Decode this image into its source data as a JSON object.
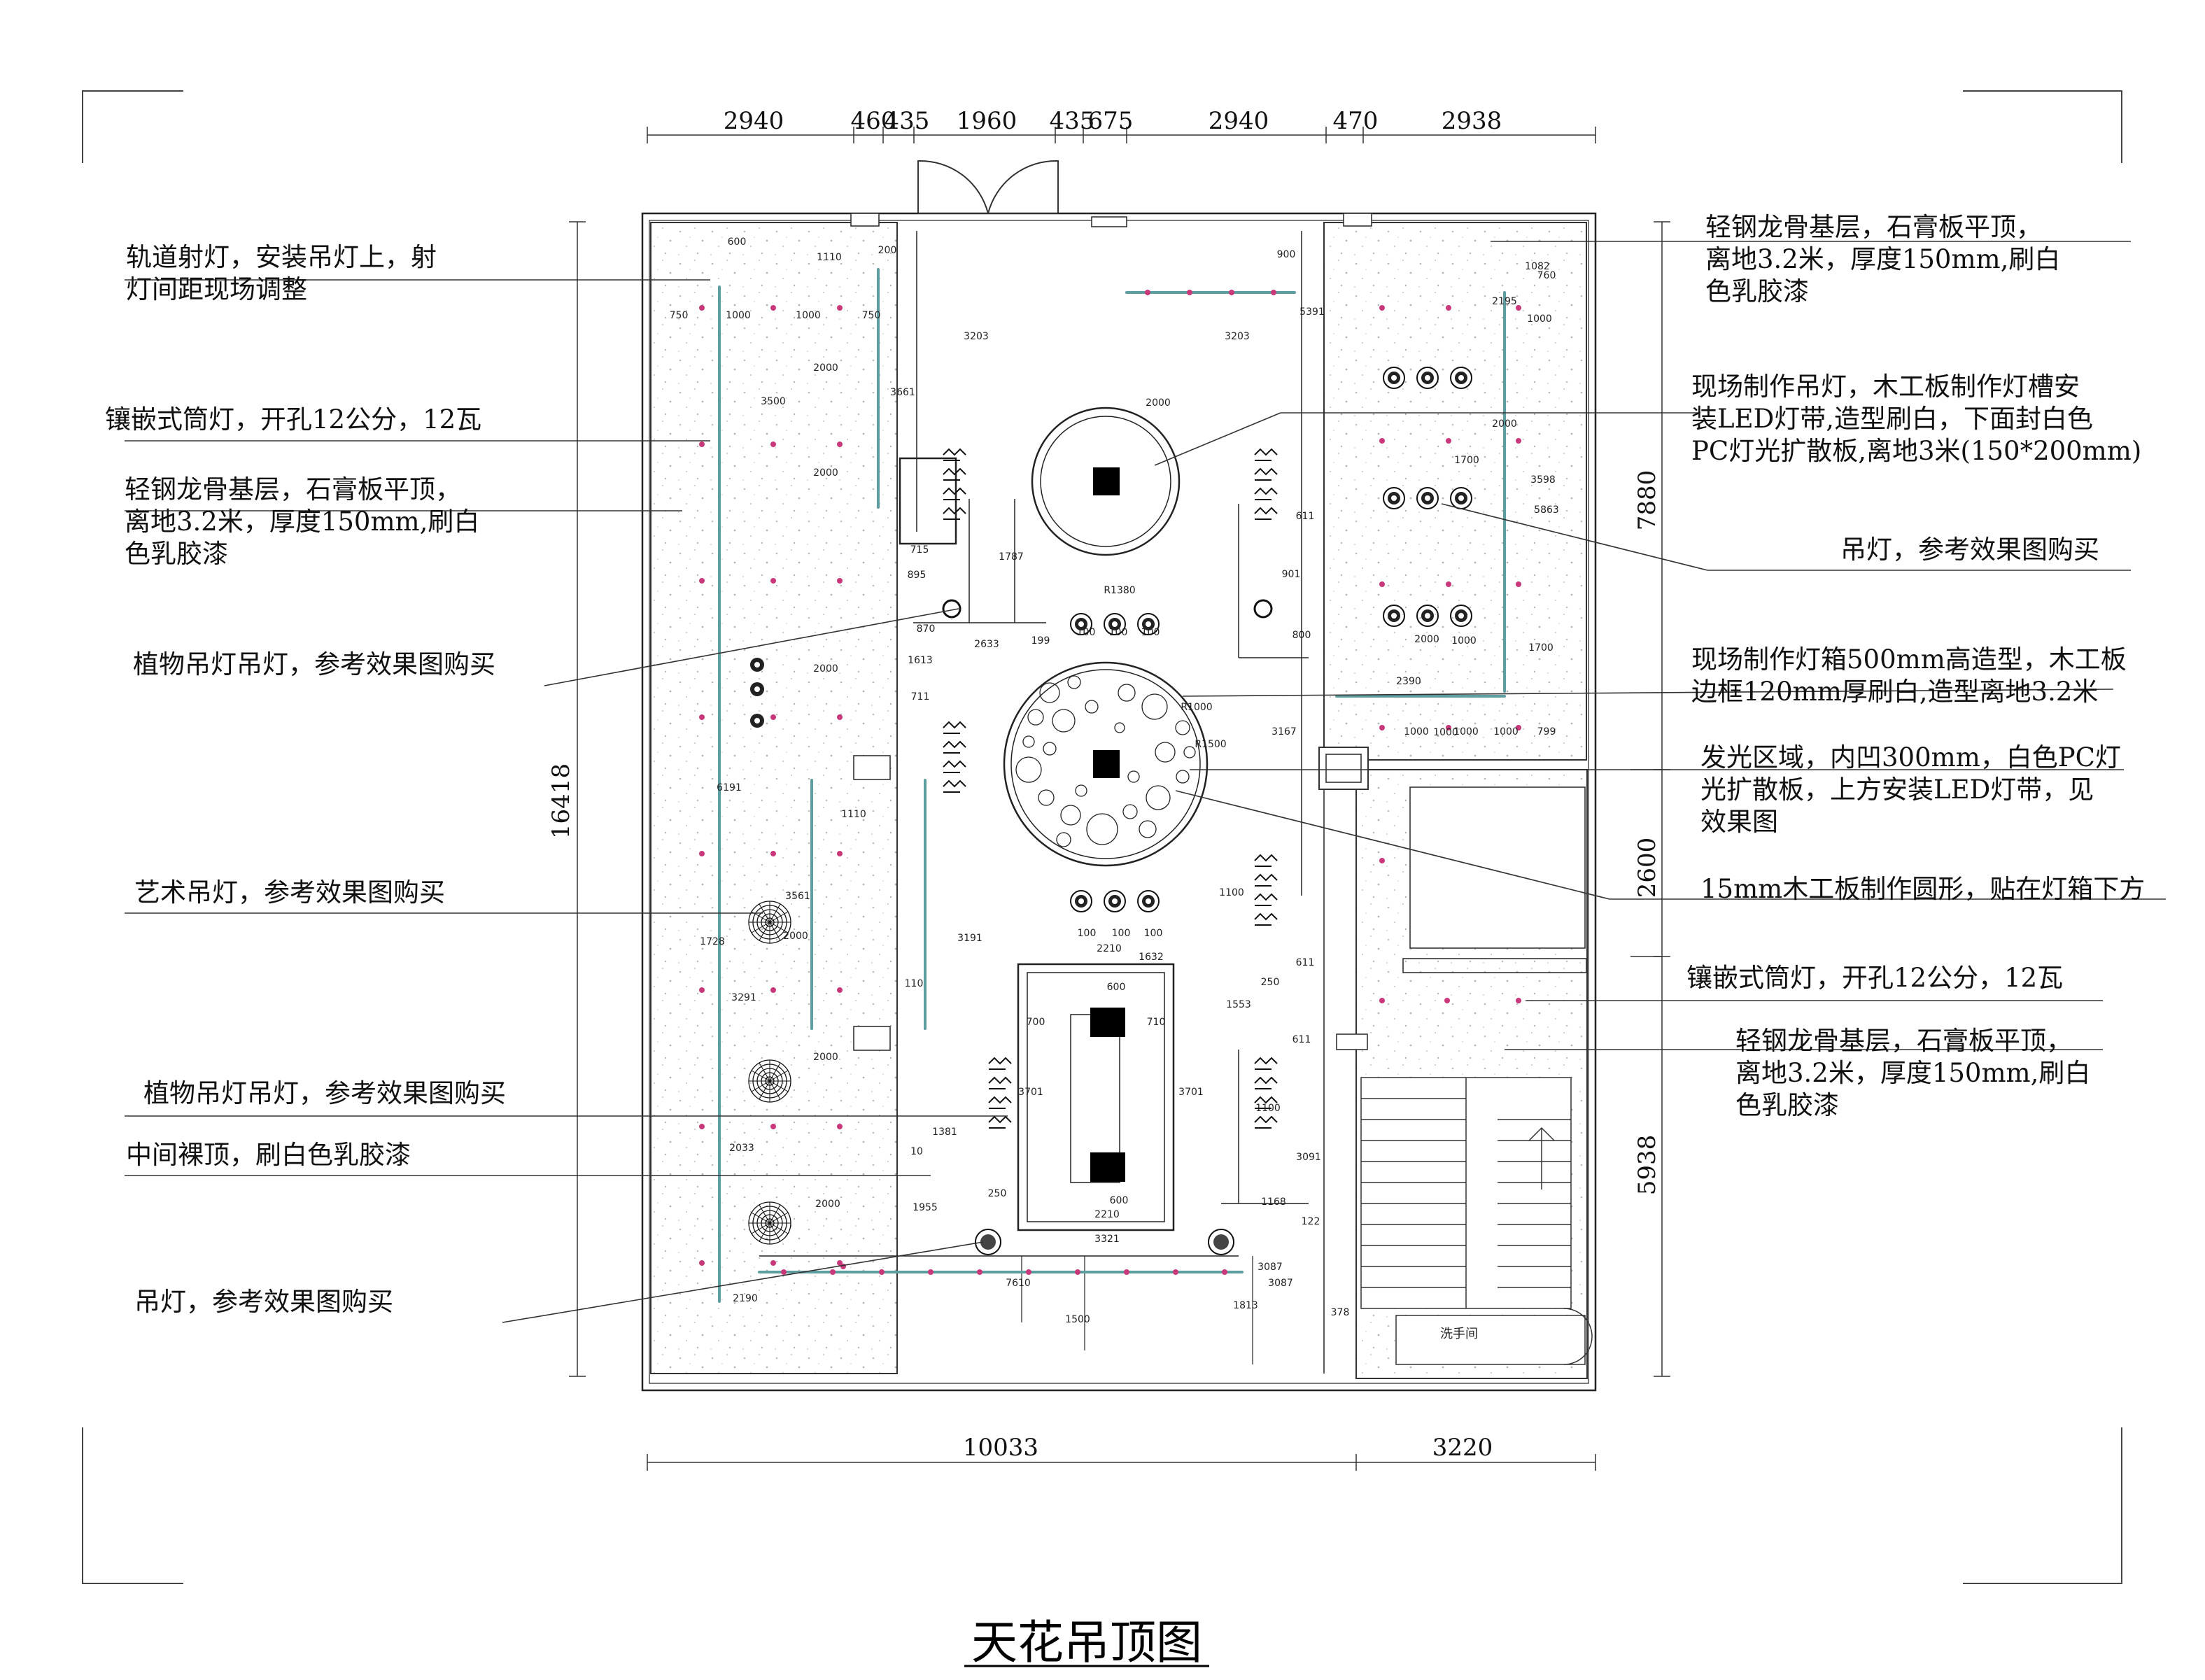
{
  "title": "天花吊顶图",
  "dimensions": {
    "top": [
      "2940",
      "460",
      "435",
      "1960",
      "435",
      "675",
      "2940",
      "470",
      "2938"
    ],
    "bottom": [
      "10033",
      "3220"
    ],
    "left": [
      "16418"
    ],
    "right": [
      "7880",
      "2600",
      "5938"
    ]
  },
  "annotations_left": [
    {
      "lines": [
        "轨道射灯，安装吊灯上，射",
        "灯间距现场调整"
      ]
    },
    {
      "lines": [
        "镶嵌式筒灯，开孔12公分，12瓦"
      ]
    },
    {
      "lines": [
        "轻钢龙骨基层，石膏板平顶，",
        "离地3.2米，厚度150mm,刷白",
        "色乳胶漆"
      ]
    },
    {
      "lines": [
        "植物吊灯吊灯，参考效果图购买"
      ]
    },
    {
      "lines": [
        "艺术吊灯，参考效果图购买"
      ]
    },
    {
      "lines": [
        "植物吊灯吊灯，参考效果图购买"
      ]
    },
    {
      "lines": [
        "中间裸顶，刷白色乳胶漆"
      ]
    },
    {
      "lines": [
        "吊灯，参考效果图购买"
      ]
    }
  ],
  "annotations_right": [
    {
      "lines": [
        "轻钢龙骨基层，石膏板平顶，",
        "离地3.2米，厚度150mm,刷白",
        "色乳胶漆"
      ]
    },
    {
      "lines": [
        "现场制作吊灯，木工板制作灯槽安",
        "装LED灯带,造型刷白，下面封白色",
        "PC灯光扩散板,离地3米(150*200mm)"
      ]
    },
    {
      "lines": [
        "吊灯，参考效果图购买"
      ]
    },
    {
      "lines": [
        "现场制作灯箱500mm高造型，木工板",
        "边框120mm厚刷白,造型离地3.2米"
      ]
    },
    {
      "lines": [
        "发光区域，内凹300mm，白色PC灯",
        "光扩散板，上方安装LED灯带，见",
        "效果图"
      ]
    },
    {
      "lines": [
        "15mm木工板制作圆形，贴在灯箱下方"
      ]
    },
    {
      "lines": [
        "镶嵌式筒灯，开孔12公分，12瓦"
      ]
    },
    {
      "lines": [
        "轻钢龙骨基层，石膏板平顶，",
        "离地3.2米，厚度150mm,刷白",
        "色乳胶漆"
      ]
    }
  ],
  "small_dims": [
    "600",
    "1110",
    "200",
    "900",
    "1082",
    "760",
    "750",
    "1000",
    "1000",
    "750",
    "3203",
    "3203",
    "5391",
    "2195",
    "1000",
    "3500",
    "3661",
    "2000",
    "2000",
    "2000",
    "2000",
    "1700",
    "3598",
    "5863",
    "2000",
    "R1000",
    "R1500",
    "R1380",
    "100",
    "100",
    "100",
    "1787",
    "715",
    "895",
    "870",
    "2633",
    "199",
    "611",
    "901",
    "800",
    "1613",
    "711",
    "1000",
    "1700",
    "2000",
    "1000",
    "2390",
    "1000",
    "1000",
    "1000",
    "799",
    "3167",
    "6191",
    "1110",
    "3561",
    "2000",
    "1728",
    "3291",
    "2000",
    "2033",
    "2000",
    "2190",
    "1100",
    "611",
    "250",
    "1553",
    "2210",
    "1632",
    "600",
    "700",
    "710",
    "3701",
    "3701",
    "3191",
    "110",
    "1381",
    "1955",
    "250",
    "600",
    "2210",
    "3321",
    "1168",
    "122",
    "3091",
    "1100",
    "3087",
    "7610",
    "1500",
    "1813",
    "3087",
    "378",
    "611",
    "10",
    "100",
    "100",
    "100"
  ],
  "room_labels": {
    "washroom": "洗手间"
  },
  "colors": {
    "ink": "#111111",
    "track": "#5f9ea0",
    "downlight": "#c8387a",
    "speckle": "#b9b9b9"
  }
}
